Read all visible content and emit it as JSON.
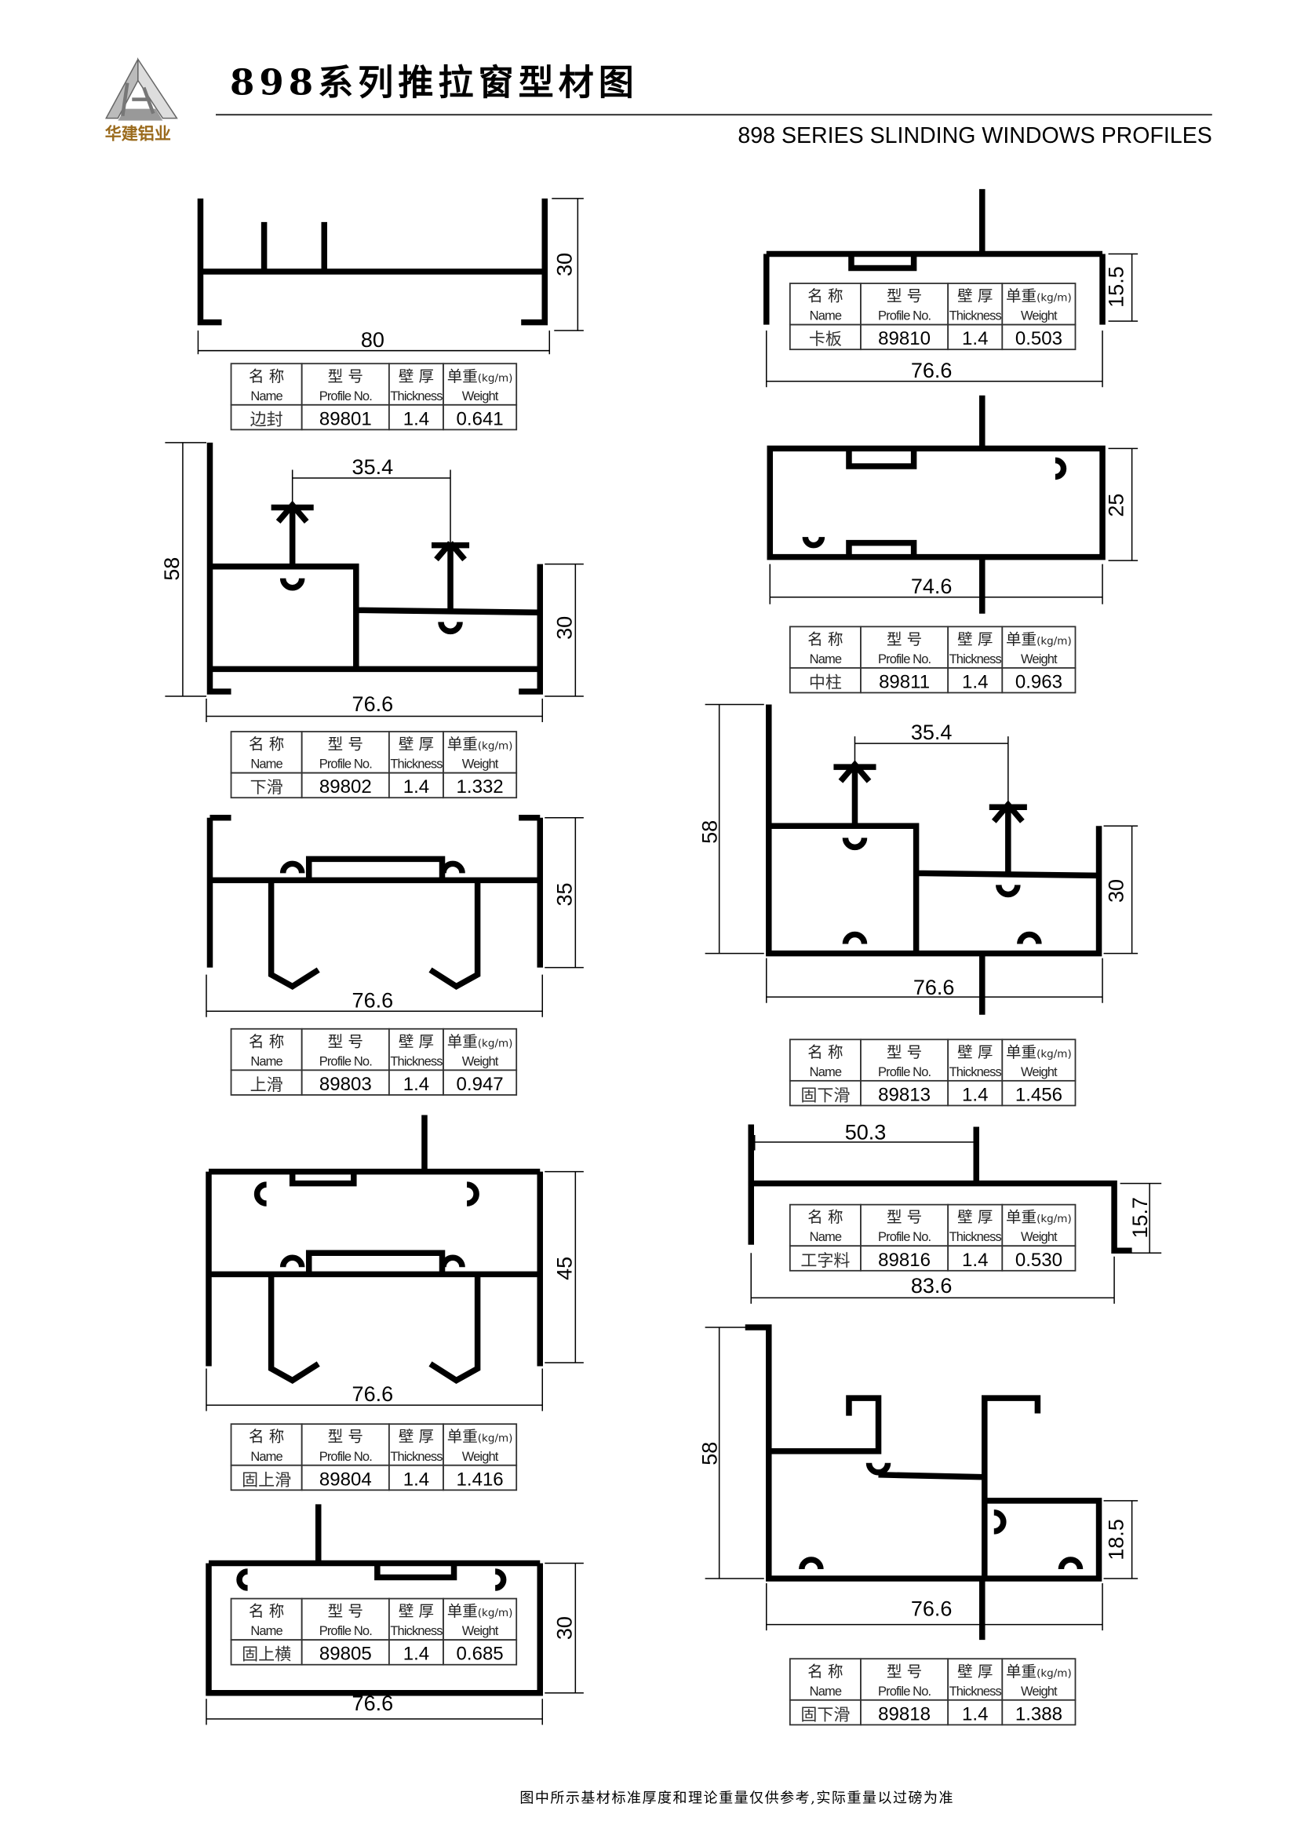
{
  "header": {
    "logo_text": "华建铝业",
    "title": "898系列推拉窗型材图",
    "subtitle": "898 SERIES SLINDING WINDOWS PROFILES"
  },
  "table_headers": [
    {
      "cn": "名 称",
      "en": "Name"
    },
    {
      "cn": "型 号",
      "en": "Profile No."
    },
    {
      "cn": "壁 厚",
      "en": "Thickness"
    },
    {
      "cn": "单重",
      "unit": "(kg/m)",
      "en": "Weight"
    }
  ],
  "profiles": [
    {
      "name": "边封",
      "profile_no": "89801",
      "thickness": "1.4",
      "weight": "0.641",
      "dims": [
        "30",
        "80"
      ]
    },
    {
      "name": "下滑",
      "profile_no": "89802",
      "thickness": "1.4",
      "weight": "1.332",
      "dims": [
        "35.4",
        "58",
        "30",
        "76.6"
      ]
    },
    {
      "name": "上滑",
      "profile_no": "89803",
      "thickness": "1.4",
      "weight": "0.947",
      "dims": [
        "35",
        "76.6"
      ]
    },
    {
      "name": "固上滑",
      "profile_no": "89804",
      "thickness": "1.4",
      "weight": "1.416",
      "dims": [
        "45",
        "76.6"
      ]
    },
    {
      "name": "固上横",
      "profile_no": "89805",
      "thickness": "1.4",
      "weight": "0.685",
      "dims": [
        "30",
        "76.6"
      ]
    },
    {
      "name": "卡板",
      "profile_no": "89810",
      "thickness": "1.4",
      "weight": "0.503",
      "dims": [
        "15.5",
        "76.6"
      ]
    },
    {
      "name": "中柱",
      "profile_no": "89811",
      "thickness": "1.4",
      "weight": "0.963",
      "dims": [
        "25",
        "74.6"
      ]
    },
    {
      "name": "固下滑",
      "profile_no": "89813",
      "thickness": "1.4",
      "weight": "1.456",
      "dims": [
        "35.4",
        "58",
        "30",
        "76.6"
      ]
    },
    {
      "name": "工字料",
      "profile_no": "89816",
      "thickness": "1.4",
      "weight": "0.530",
      "dims": [
        "50.3",
        "15.7",
        "83.6"
      ]
    },
    {
      "name": "固下滑",
      "profile_no": "89818",
      "thickness": "1.4",
      "weight": "1.388",
      "dims": [
        "58",
        "18.5",
        "76.6"
      ]
    }
  ],
  "footer": {
    "note": "图中所示基材标准厚度和理论重量仅供参考,实际重量以过磅为准"
  }
}
